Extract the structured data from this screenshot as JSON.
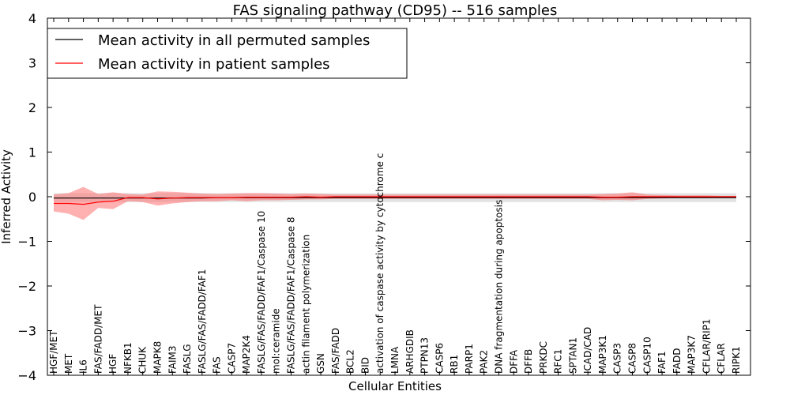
{
  "chart_data": {
    "type": "line",
    "title": "FAS signaling pathway (CD95) -- 516 samples",
    "xlabel": "Cellular Entities",
    "ylabel": "Inferred Activity",
    "ylim": [
      -4,
      4
    ],
    "yticks": [
      -4,
      -3,
      -2,
      -1,
      0,
      1,
      2,
      3,
      4
    ],
    "yticklabels": [
      "−4",
      "−3",
      "−2",
      "−1",
      "0",
      "1",
      "2",
      "3",
      "4"
    ],
    "grid": false,
    "legend_position": "top-left",
    "categories": [
      "HGF/MET",
      "MET",
      "IL6",
      "FAS/FADD/MET",
      "HGF",
      "NFKB1",
      "CHUK",
      "MAPK8",
      "FAIM3",
      "FASLG",
      "FASLG/FAS/FADD/FAF1",
      "FAS",
      "CASP7",
      "MAP2K4",
      "FASLG/FAS/FADD/FAF1/Caspase 10",
      "mol:ceramide",
      "FASLG/FAS/FADD/FAF1/Caspase 8",
      "actin filament polymerization",
      "GSN",
      "FAS/FADD",
      "BCL2",
      "BID",
      "activation of caspase activity by cytochrome c",
      "LMNA",
      "ARHGDIB",
      "PTPN13",
      "CASP6",
      "RB1",
      "PARP1",
      "PAK2",
      "DNA fragmentation during apoptosis",
      "DFFA",
      "DFFB",
      "PRKDC",
      "RFC1",
      "SPTAN1",
      "ICAD/CAD",
      "MAP3K1",
      "CASP3",
      "CASP8",
      "CASP10",
      "FAF1",
      "FADD",
      "MAP3K7",
      "CFLAR/RIP1",
      "CFLAR",
      "RIPK1"
    ],
    "series": [
      {
        "name": "Mean activity in all permuted samples",
        "color": "#000000",
        "band_color": "#c8c8c8",
        "values": [
          -0.03,
          -0.03,
          -0.03,
          -0.03,
          -0.03,
          -0.03,
          -0.03,
          -0.03,
          -0.03,
          -0.03,
          -0.03,
          -0.02,
          -0.02,
          -0.02,
          -0.02,
          -0.02,
          -0.02,
          -0.02,
          -0.02,
          -0.02,
          -0.02,
          -0.02,
          -0.02,
          -0.02,
          -0.02,
          -0.02,
          -0.02,
          -0.02,
          -0.02,
          -0.02,
          -0.02,
          -0.02,
          -0.02,
          -0.02,
          -0.02,
          -0.02,
          -0.02,
          -0.02,
          -0.02,
          -0.02,
          -0.02,
          -0.02,
          -0.02,
          -0.02,
          -0.02,
          -0.02,
          -0.02
        ],
        "lower": [
          -0.12,
          -0.12,
          -0.12,
          -0.12,
          -0.12,
          -0.12,
          -0.12,
          -0.12,
          -0.12,
          -0.12,
          -0.12,
          -0.12,
          -0.12,
          -0.12,
          -0.12,
          -0.12,
          -0.12,
          -0.12,
          -0.12,
          -0.12,
          -0.12,
          -0.12,
          -0.12,
          -0.12,
          -0.12,
          -0.12,
          -0.12,
          -0.12,
          -0.12,
          -0.12,
          -0.12,
          -0.12,
          -0.12,
          -0.12,
          -0.12,
          -0.12,
          -0.12,
          -0.12,
          -0.12,
          -0.12,
          -0.12,
          -0.12,
          -0.12,
          -0.12,
          -0.12,
          -0.12,
          -0.12
        ],
        "upper": [
          0.08,
          0.08,
          0.08,
          0.08,
          0.08,
          0.08,
          0.08,
          0.08,
          0.08,
          0.08,
          0.08,
          0.08,
          0.08,
          0.08,
          0.08,
          0.08,
          0.08,
          0.08,
          0.08,
          0.08,
          0.08,
          0.08,
          0.08,
          0.08,
          0.08,
          0.08,
          0.08,
          0.08,
          0.08,
          0.08,
          0.08,
          0.08,
          0.08,
          0.08,
          0.08,
          0.08,
          0.08,
          0.08,
          0.08,
          0.08,
          0.08,
          0.08,
          0.08,
          0.08,
          0.08,
          0.08,
          0.08
        ]
      },
      {
        "name": "Mean activity in patient samples",
        "color": "#ff0000",
        "band_color": "#ff7070",
        "values": [
          -0.15,
          -0.15,
          -0.17,
          -0.12,
          -0.1,
          -0.02,
          -0.02,
          -0.05,
          -0.03,
          -0.02,
          -0.02,
          -0.02,
          -0.02,
          -0.01,
          -0.01,
          -0.01,
          -0.01,
          0.0,
          -0.01,
          0.0,
          0.0,
          0.0,
          0.0,
          0.0,
          0.0,
          0.0,
          0.0,
          0.0,
          0.0,
          0.0,
          0.0,
          0.0,
          0.0,
          0.0,
          0.0,
          0.0,
          0.0,
          -0.01,
          -0.01,
          0.0,
          0.0,
          0.0,
          0.0,
          0.0,
          0.0,
          0.0,
          0.0
        ],
        "lower": [
          -0.33,
          -0.38,
          -0.52,
          -0.25,
          -0.28,
          -0.1,
          -0.12,
          -0.2,
          -0.15,
          -0.12,
          -0.1,
          -0.1,
          -0.08,
          -0.1,
          -0.08,
          -0.08,
          -0.07,
          -0.06,
          -0.06,
          -0.05,
          -0.05,
          -0.05,
          -0.05,
          -0.05,
          -0.05,
          -0.05,
          -0.05,
          -0.05,
          -0.05,
          -0.05,
          -0.05,
          -0.05,
          -0.05,
          -0.05,
          -0.05,
          -0.05,
          -0.05,
          -0.08,
          -0.07,
          -0.08,
          -0.05,
          -0.04,
          -0.03,
          -0.03,
          -0.03,
          -0.02,
          -0.02
        ],
        "upper": [
          0.05,
          0.08,
          0.22,
          0.06,
          0.1,
          0.06,
          0.05,
          0.12,
          0.11,
          0.09,
          0.07,
          0.06,
          0.07,
          0.08,
          0.08,
          0.07,
          0.06,
          0.07,
          0.06,
          0.05,
          0.05,
          0.05,
          0.05,
          0.05,
          0.05,
          0.05,
          0.05,
          0.05,
          0.05,
          0.05,
          0.05,
          0.05,
          0.05,
          0.05,
          0.05,
          0.05,
          0.05,
          0.06,
          0.07,
          0.1,
          0.05,
          0.04,
          0.03,
          0.03,
          0.03,
          0.02,
          0.02
        ]
      }
    ]
  }
}
